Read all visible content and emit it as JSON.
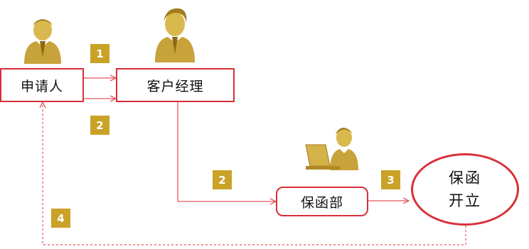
{
  "nodes": {
    "applicant": "申请人",
    "account_manager": "客户经理",
    "guarantee_dept": "保函部",
    "issue_line1": "保函",
    "issue_line2": "开立"
  },
  "steps": {
    "s1": "1",
    "s2_top": "2",
    "s2_mid": "2",
    "s3": "3",
    "s4": "4"
  },
  "colors": {
    "border": "#d8303a",
    "badge": "#c9a227",
    "person": "#c8a23a"
  },
  "icons": [
    "person-icon",
    "person-icon",
    "person-at-laptop-icon"
  ]
}
